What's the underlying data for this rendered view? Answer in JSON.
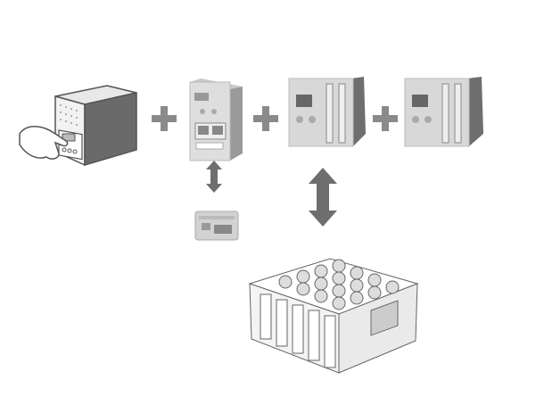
{
  "diagram": {
    "components": [
      {
        "id": "tester",
        "icon": "tester-device-with-hand-icon"
      },
      {
        "id": "bms-master",
        "icon": "bms-master-module-icon"
      },
      {
        "id": "bms-slave-1",
        "icon": "bms-slave-module-icon"
      },
      {
        "id": "bms-slave-2",
        "icon": "bms-slave-module-icon"
      },
      {
        "id": "display",
        "icon": "display-unit-icon"
      },
      {
        "id": "battery-pack",
        "icon": "battery-pack-icon"
      }
    ],
    "connectors": [
      "plus-icon",
      "plus-icon",
      "plus-icon",
      "double-arrow-icon",
      "double-arrow-icon"
    ]
  },
  "colors": {
    "connector": "#8a8a8a",
    "device_dark": "#6e6e6e",
    "device_front": "#d6d6d6",
    "outline": "#555555"
  }
}
